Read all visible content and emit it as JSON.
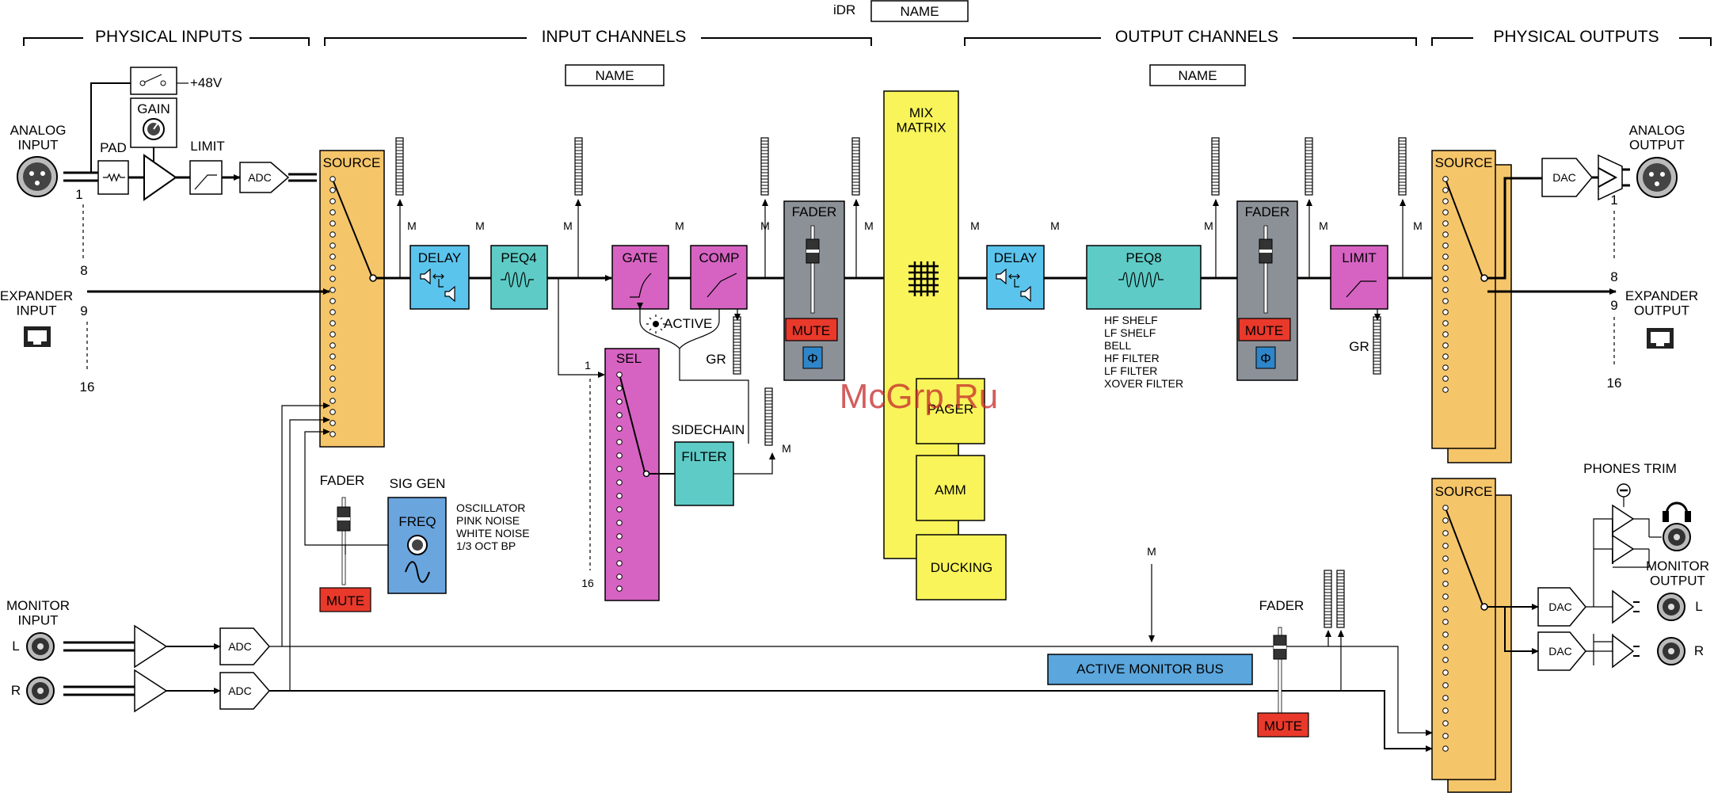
{
  "idr": {
    "label": "iDR",
    "name": "NAME"
  },
  "sections": {
    "physical_inputs": "PHYSICAL INPUTS",
    "input_channels": "INPUT CHANNELS",
    "output_channels": "OUTPUT CHANNELS",
    "physical_outputs": "PHYSICAL OUTPUTS"
  },
  "name_boxes": {
    "input": "NAME",
    "output": "NAME"
  },
  "inputs": {
    "analog": "ANALOG\nINPUT",
    "expander": "EXPANDER\nINPUT",
    "monitor": "MONITOR\nINPUT",
    "ch": {
      "a1": "1",
      "a8": "8",
      "e9": "9",
      "e16": "16",
      "l": "L",
      "r": "R"
    }
  },
  "preamp": {
    "phantom": "+48V",
    "gain": "GAIN",
    "pad": "PAD",
    "limit": "LIMIT",
    "adc": "ADC"
  },
  "source": "SOURCE",
  "meter_tap": "M",
  "delay": "DELAY",
  "peq4": "PEQ4",
  "gate": "GATE",
  "comp": "COMP",
  "active": "ACTIVE",
  "gr": "GR",
  "sel": {
    "label": "SEL",
    "first": "1",
    "last": "16"
  },
  "sidechain": {
    "label": "SIDECHAIN",
    "filter": "FILTER"
  },
  "fader": "FADER",
  "mute": "MUTE",
  "phase": "Φ",
  "mix_matrix": "MIX\nMATRIX",
  "pager": "PAGER",
  "amm": "AMM",
  "ducking": "DUCKING",
  "peq8": "PEQ8",
  "peq8_types": [
    "HF SHELF",
    "LF SHELF",
    "BELL",
    "HF FILTER",
    "LF FILTER",
    "XOVER FILTER"
  ],
  "out_limit": "LIMIT",
  "dac": "DAC",
  "outputs": {
    "analog": "ANALOG\nOUTPUT",
    "expander": "EXPANDER\nOUTPUT",
    "monitor": "MONITOR\nOUTPUT",
    "phones_trim": "PHONES TRIM",
    "ch": {
      "a1": "1",
      "a8": "8",
      "e9": "9",
      "e16": "16",
      "l": "L",
      "r": "R"
    }
  },
  "sig_gen": {
    "title": "SIG GEN",
    "freq": "FREQ",
    "modes": [
      "OSCILLATOR",
      "PINK NOISE",
      "WHITE NOISE",
      "1/3 OCT BP"
    ]
  },
  "active_monitor_bus": "ACTIVE MONITOR BUS",
  "watermark": "McGrp.Ru",
  "colors": {
    "source": "#f5c56a",
    "delay": "#5bc4ec",
    "peq": "#5ecbc6",
    "dynamics": "#d663c2",
    "fader": "#8c9197",
    "mute": "#e8392b",
    "phase": "#2f85c9",
    "matrix": "#f8f45a",
    "sig_gen": "#6aa5de",
    "monitor_bus": "#5ba6dc"
  }
}
